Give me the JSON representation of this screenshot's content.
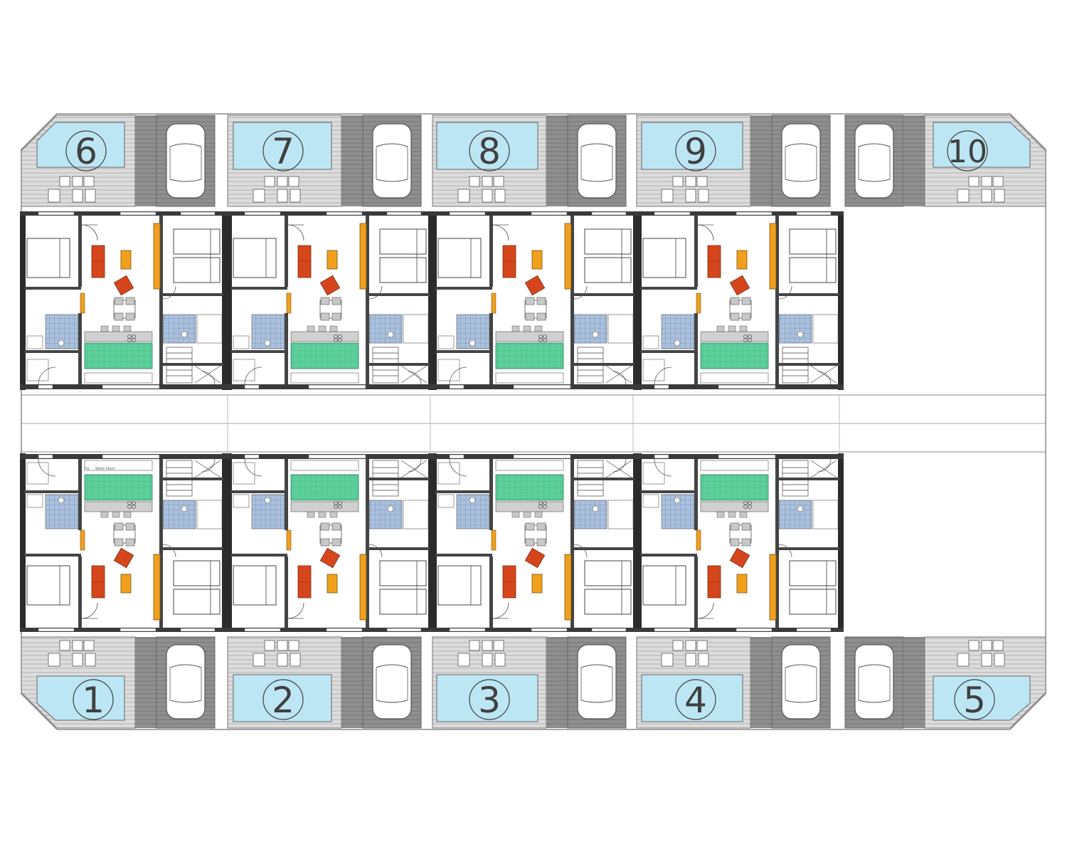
{
  "plan": {
    "units_top": [
      {
        "number": "6"
      },
      {
        "number": "7"
      },
      {
        "number": "8"
      },
      {
        "number": "9"
      },
      {
        "number": "10"
      }
    ],
    "units_bottom": [
      {
        "number": "1"
      },
      {
        "number": "2"
      },
      {
        "number": "3"
      },
      {
        "number": "4"
      },
      {
        "number": "5"
      }
    ],
    "kitchen_labels": [
      "Fre",
      "Wash Mach"
    ],
    "colors": {
      "pool": "#bde6f4",
      "deck": "#d9d9d9",
      "parking": "#8c8c8c",
      "wall": "#2b2b2b",
      "kitchen": "#5ccf9b",
      "bathroom": "#aac0dc",
      "sofa_red": "#d6461c",
      "sofa_orange": "#f0a01c",
      "wardrobe": "#f0a020"
    },
    "icons": [
      "car-icon",
      "door-icon",
      "bed-icon",
      "sofa-icon",
      "armchair-icon",
      "dining-table-icon",
      "stair-icon",
      "stove-icon",
      "toilet-icon",
      "sink-icon",
      "shower-icon",
      "lounger-icon"
    ]
  }
}
